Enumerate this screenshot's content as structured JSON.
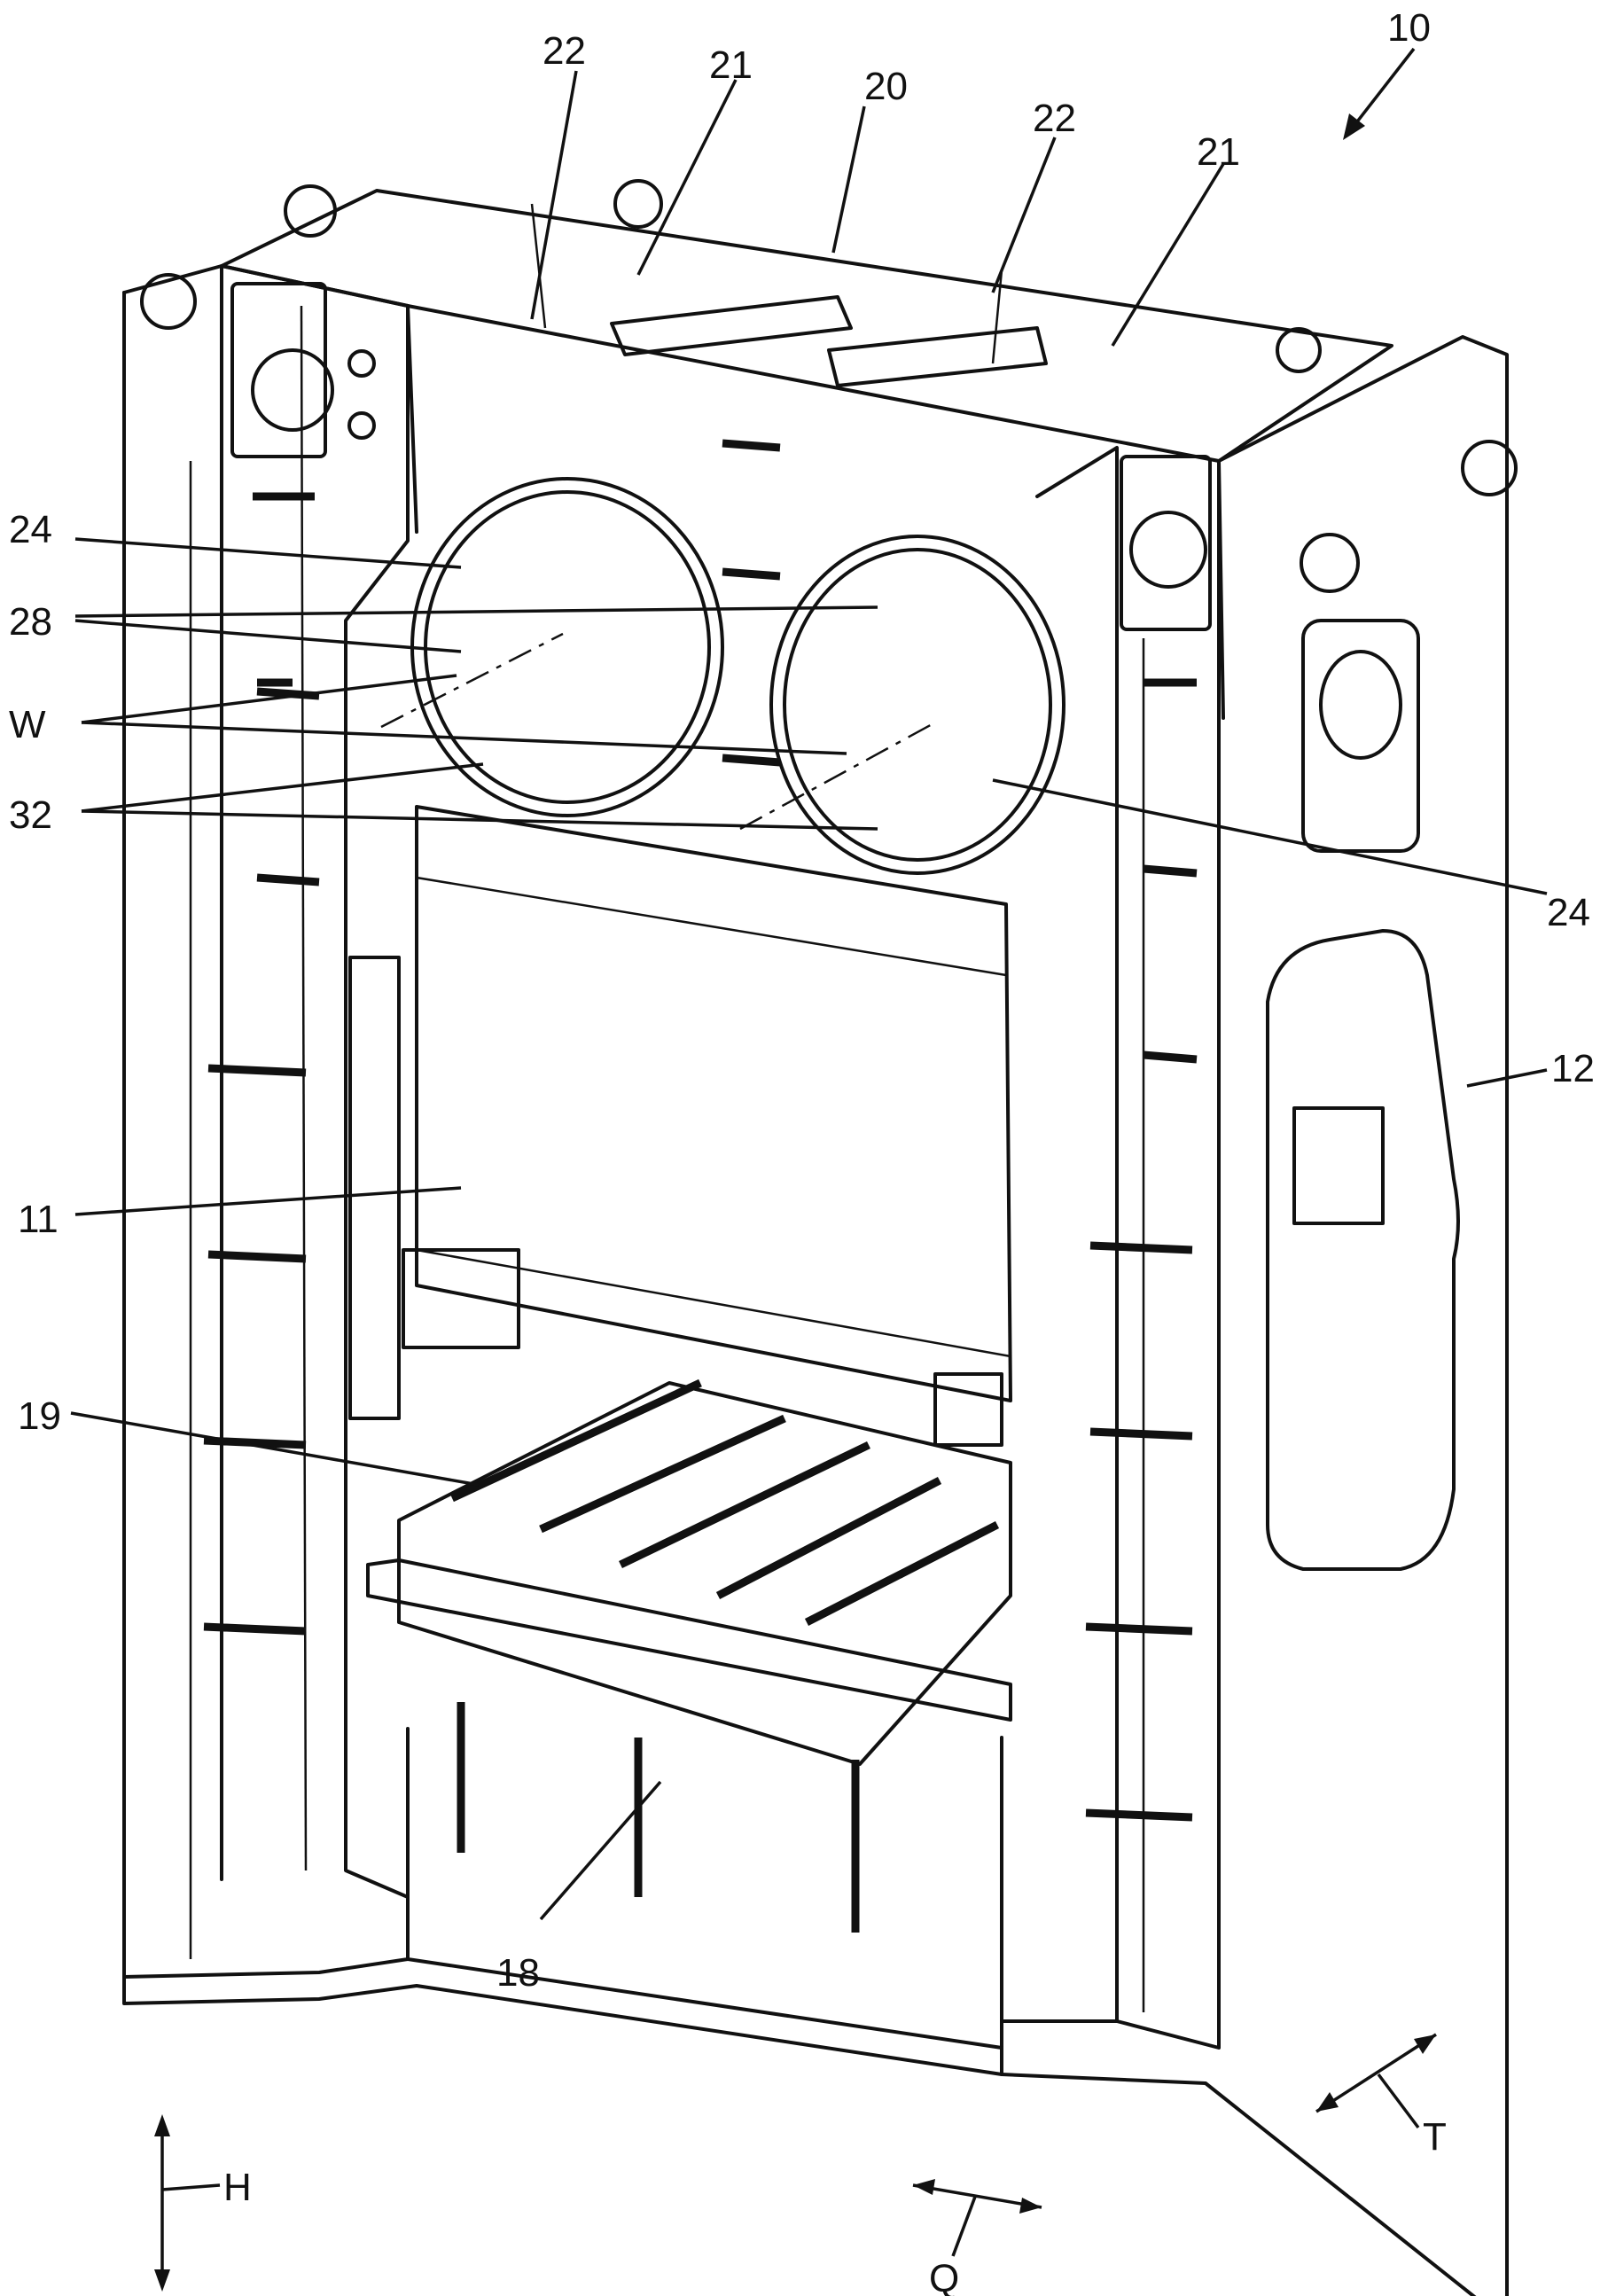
{
  "labels": {
    "ref_10": "10",
    "ref_11": "11",
    "ref_12": "12",
    "ref_18": "18",
    "ref_19": "19",
    "ref_20": "20",
    "ref_21a": "21",
    "ref_21b": "21",
    "ref_22a": "22",
    "ref_22b": "22",
    "ref_24a": "24",
    "ref_24b": "24",
    "ref_28": "28",
    "ref_32": "32",
    "ref_W": "W",
    "axis_H": "H",
    "axis_Q": "Q",
    "axis_T": "T"
  }
}
